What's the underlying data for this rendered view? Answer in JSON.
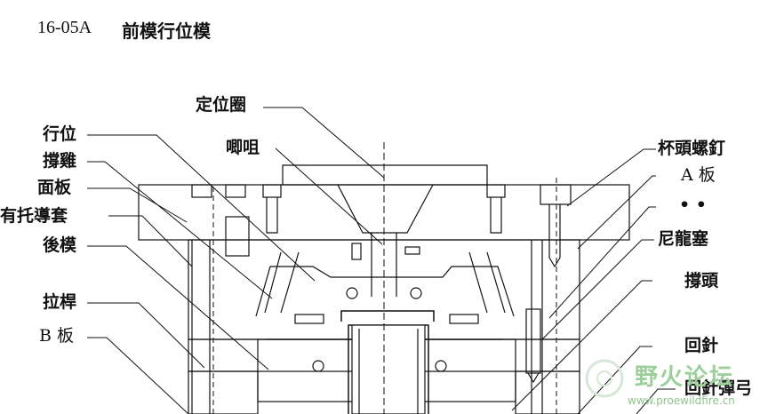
{
  "title": {
    "code": "16-05A",
    "name": "前模行位模"
  },
  "labels": {
    "sprue_bushing": "定位圈",
    "nozzle": "唧咀",
    "slide": "行位",
    "support_chicken": "撐雞",
    "face_plate": "面板",
    "guided_bushing": "有托導套",
    "core_plate": "後模",
    "tie_rod": "拉桿",
    "b_plate": "B  板",
    "cup_head_screw": "杯頭螺釘",
    "a_plate": "A  板",
    "dots": "• •",
    "nylon_plug": "尼龍塞",
    "support_head": "撐頭",
    "return_pin": "回針",
    "return_pin_spring": "回針彈弓"
  },
  "watermark": {
    "text": "野火论坛",
    "url": "www.proewildfire.cn"
  },
  "colors": {
    "line": "#111111",
    "watermark": "#9ccf9a"
  }
}
